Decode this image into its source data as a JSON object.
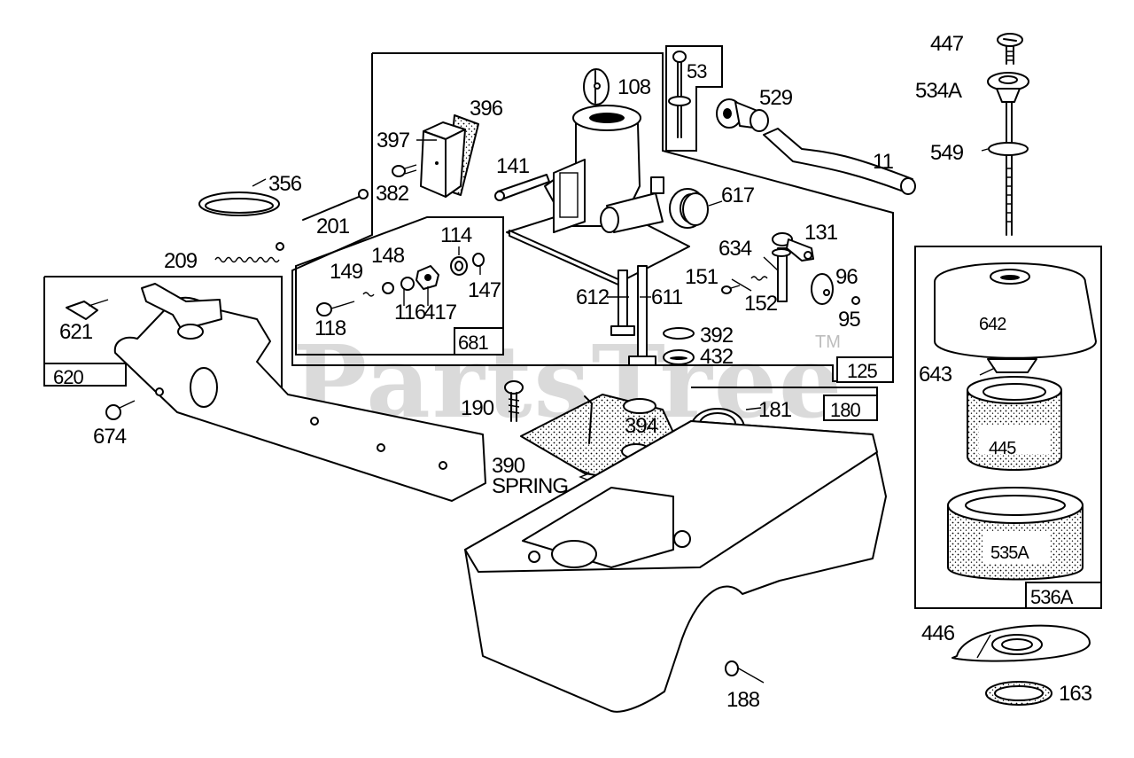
{
  "diagram": {
    "title": "Carburetor and Air Cleaner Assembly Parts Diagram",
    "watermark": "PartsTree",
    "watermark_tm": "TM",
    "kit_boxes": [
      {
        "id": "620",
        "label": "620"
      },
      {
        "id": "681",
        "label": "681"
      },
      {
        "id": "125",
        "label": "125"
      },
      {
        "id": "180",
        "label": "180"
      },
      {
        "id": "536A",
        "label": "536A"
      },
      {
        "id": "53",
        "label": "53"
      }
    ],
    "part_labels": {
      "p447": "447",
      "p534A": "534A",
      "p549": "549",
      "p53": "53",
      "p108": "108",
      "p529": "529",
      "p11": "11",
      "p396": "396",
      "p397": "397",
      "p382": "382",
      "p141": "141",
      "p617": "617",
      "p356": "356",
      "p201": "201",
      "p209": "209",
      "p114": "114",
      "p148": "148",
      "p149": "149",
      "p147": "147",
      "p116": "116",
      "p417": "417",
      "p118": "118",
      "p634": "634",
      "p131": "131",
      "p151": "151",
      "p96": "96",
      "p152": "152",
      "p95": "95",
      "p612": "612",
      "p611": "611",
      "p392": "392",
      "p432": "432",
      "p621": "621",
      "p674": "674",
      "p190": "190",
      "p394": "394",
      "p181": "181",
      "p390": "390",
      "p390_note": "SPRING",
      "p642": "642",
      "p643": "643",
      "p445": "445",
      "p535A": "535A",
      "p446": "446",
      "p163": "163",
      "p188": "188"
    }
  }
}
